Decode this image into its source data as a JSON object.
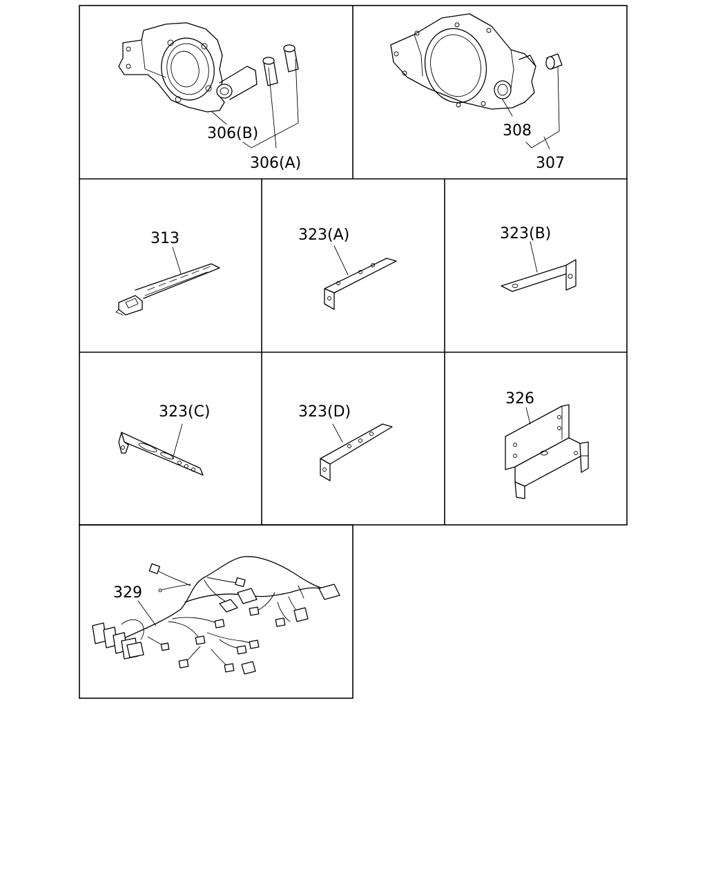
{
  "diagram": {
    "cells": [
      {
        "id": "housing-a",
        "callouts": [
          "306(B)",
          "306(A)"
        ]
      },
      {
        "id": "housing-b",
        "callouts": [
          "308",
          "307"
        ]
      },
      {
        "id": "cable-tie",
        "callouts": [
          "313"
        ]
      },
      {
        "id": "bracket-a",
        "callouts": [
          "323(A)"
        ]
      },
      {
        "id": "bracket-b",
        "callouts": [
          "323(B)"
        ]
      },
      {
        "id": "bracket-c",
        "callouts": [
          "323(C)"
        ]
      },
      {
        "id": "bracket-d",
        "callouts": [
          "323(D)"
        ]
      },
      {
        "id": "bracket-326",
        "callouts": [
          "326"
        ]
      },
      {
        "id": "wire-harness",
        "callouts": [
          "329"
        ]
      }
    ]
  }
}
